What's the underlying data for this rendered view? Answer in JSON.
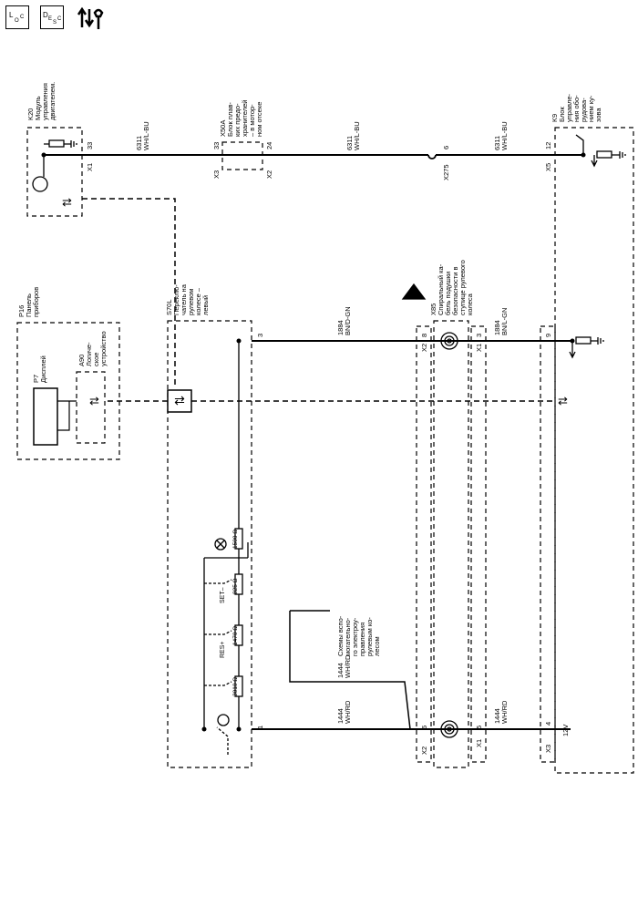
{
  "header": {
    "loc_icon": {
      "main": "L",
      "sub": "O",
      "sub2": "C"
    },
    "desc_icon": {
      "main": "D",
      "sub": "E",
      "sub2": "S",
      "sub3": "C"
    },
    "service_icon": "arrows-wrench-icon"
  },
  "k20": {
    "ref": "K20",
    "name": [
      "Модуль",
      "управления",
      "двигателем."
    ],
    "conn": "X1",
    "pin": "33"
  },
  "x50a": {
    "ref": "X50A",
    "name": [
      "Блок плав-",
      "ких предо-",
      "хранителей",
      "– в мотор-",
      "ном отсеке"
    ],
    "conn_left": "X3",
    "pin_left": "33",
    "conn_right": "X2",
    "pin_right": "24"
  },
  "x275": {
    "ref": "X275",
    "pin": "6"
  },
  "k9": {
    "ref": "K9",
    "name": [
      "Блок",
      "управле-",
      "ния обо-",
      "рудова-",
      "нием ку-",
      "зова"
    ],
    "conn": "X5",
    "pin": "12",
    "conn2": "X3",
    "pin2": "4",
    "pin3": "9",
    "voltage": "12V"
  },
  "wires": {
    "w6311_a": {
      "num": "6311",
      "color": "WH/L-BU"
    },
    "w6311_b": {
      "num": "6311",
      "color": "WH/L-BU"
    },
    "w6311_c": {
      "num": "6311",
      "color": "WH/L-BU"
    },
    "w1884_a": {
      "num": "1884",
      "color": "BN/D-GN"
    },
    "w1884_b": {
      "num": "1884",
      "color": "BN/L-GN"
    },
    "w1444_a": {
      "num": "1444",
      "color": "WH/RD"
    },
    "w1444_b": {
      "num": "1444",
      "color": "WH/RD"
    },
    "w1444_c": {
      "num": "1444",
      "color": "WH/RD"
    }
  },
  "p16": {
    "ref": "P16",
    "name": [
      "Панель",
      "приборов"
    ]
  },
  "p7": {
    "ref": "P7",
    "name": "Дисплей"
  },
  "a90": {
    "ref": "A90",
    "name": [
      "Логиче-",
      "ское",
      "устройство"
    ]
  },
  "x85": {
    "ref": "X85",
    "name": [
      "Спиральный ка-",
      "бель подушки",
      "безопасности в",
      "ступице рулевого",
      "колеса"
    ],
    "conn_x2": "X2",
    "pin8": "8",
    "pin6": "6",
    "conn_x1": "X1",
    "pin3": "3",
    "pin5": "5"
  },
  "s70l": {
    "ref": "S70L",
    "name": [
      "Переклю-",
      "чатель на",
      "рулевом",
      "колесе –",
      "левый"
    ],
    "pin3": "3",
    "pin1": "1",
    "resistors": [
      "1500 Ω",
      "825 Ω",
      "1470 Ω",
      "3010 Ω"
    ],
    "buttons": [
      "SET–",
      "RES+"
    ]
  },
  "other_circuits": [
    "Схемы вспо-",
    "могательно-",
    "го электроу-",
    "правления",
    "рулевым ко-",
    "лесом"
  ],
  "colors": {
    "line": "#000000",
    "bg": "#ffffff"
  }
}
